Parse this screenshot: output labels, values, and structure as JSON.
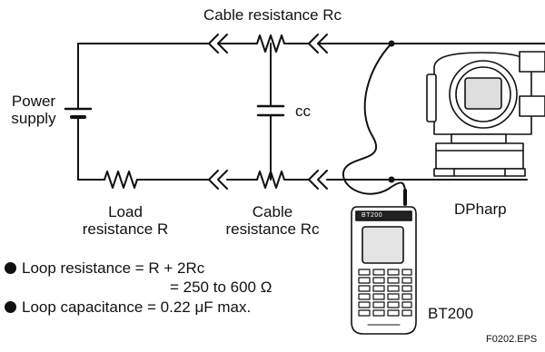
{
  "labels": {
    "cable_resistance_top": "Cable resistance Rc",
    "power_supply_line1": "Power",
    "power_supply_line2": "supply",
    "capacitance": "cc",
    "load_resistance_line1": "Load",
    "load_resistance_line2": "resistance R",
    "cable_resistance_bottom_line1": "Cable",
    "cable_resistance_bottom_line2": "resistance Rc",
    "transmitter": "DPharp",
    "communicator": "BT200",
    "communicator_screen_text": "BT200",
    "figure_id": "F0202.EPS"
  },
  "notes": {
    "loop_resistance_line1": "Loop resistance = R + 2Rc",
    "loop_resistance_line2": "= 250 to 600 Ω",
    "loop_capacitance": "Loop capacitance = 0.22 μF max."
  }
}
